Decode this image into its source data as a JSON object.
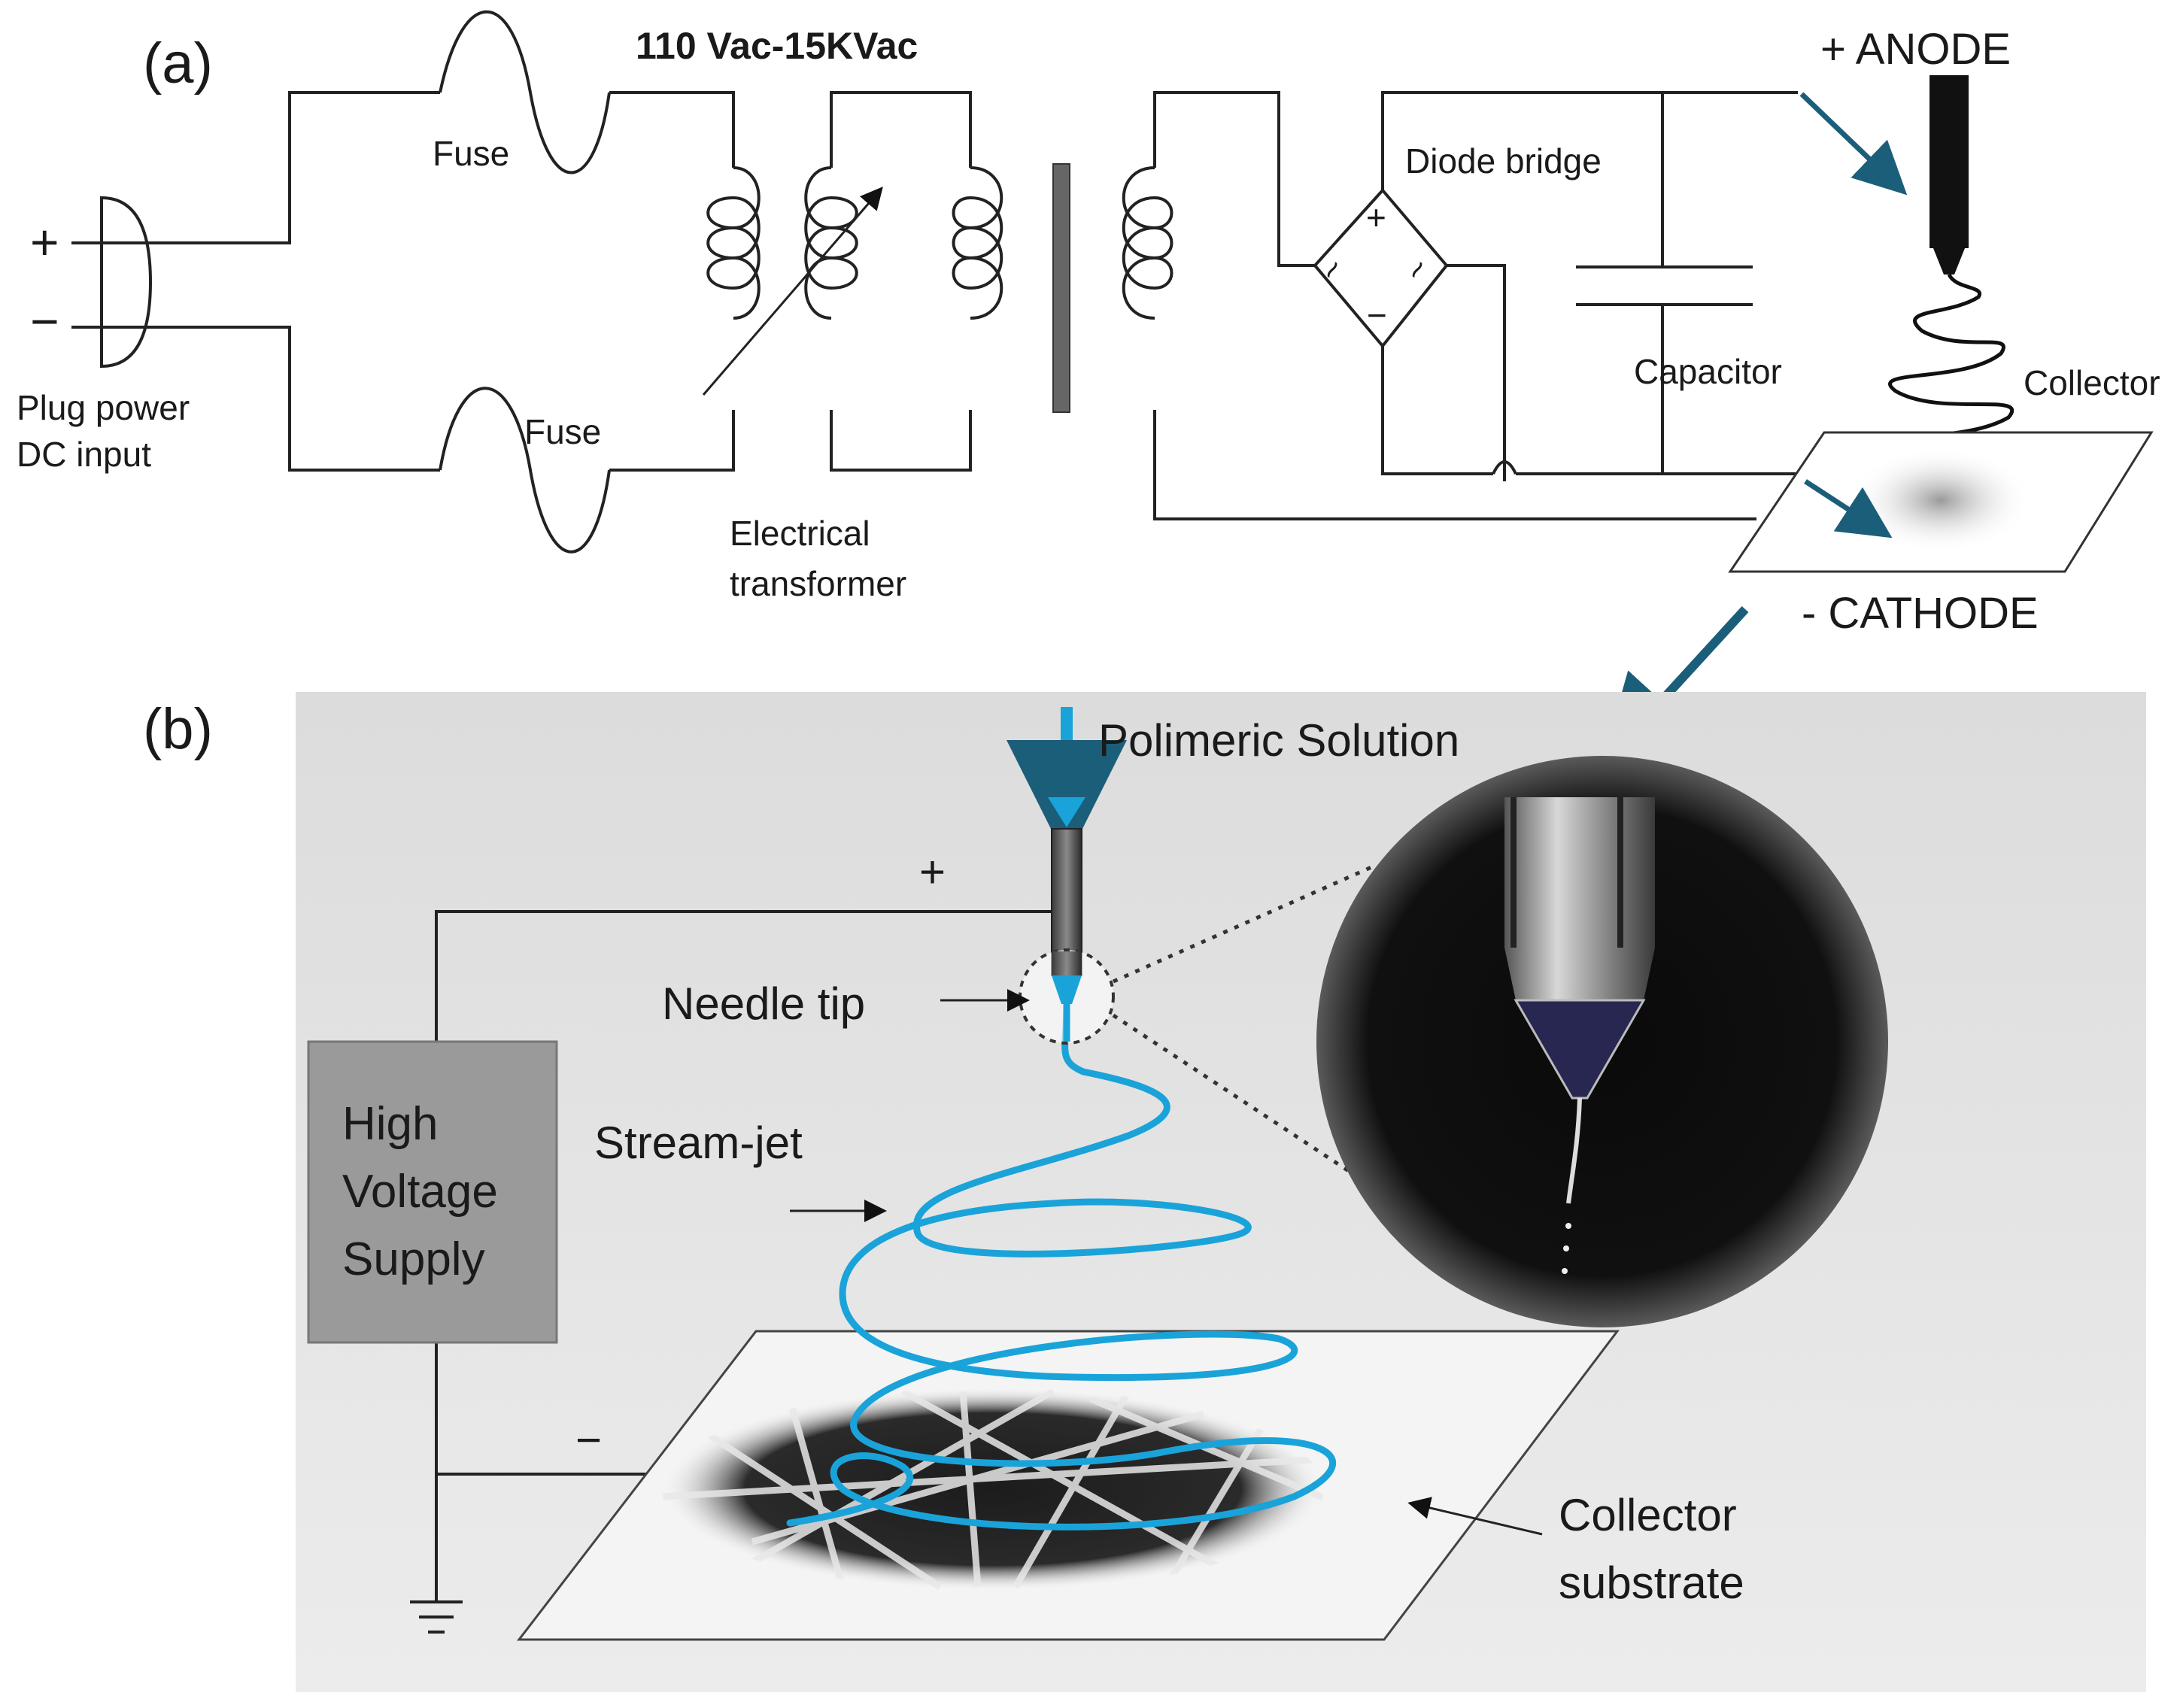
{
  "panel_a": {
    "label": "(a)",
    "voltage_label": "110 Vac-15KVac",
    "plus_sign": "+",
    "minus_sign": "−",
    "plug_label_line1": "Plug power",
    "plug_label_line2": "DC input",
    "fuse_top": "Fuse",
    "fuse_bottom": "Fuse",
    "transformer_line1": "Electrical",
    "transformer_line2": "transformer",
    "diode_bridge": "Diode bridge",
    "capacitor": "Capacitor",
    "anode": "+ ANODE",
    "cathode": "- CATHODE",
    "collector": "Collector",
    "diode_plus": "+",
    "diode_minus": "−",
    "diode_ac": "~",
    "arrow_color": "#1b5e7a"
  },
  "panel_b": {
    "label": "(b)",
    "polymeric_solution": "Polimeric Solution",
    "plus_sign": "+",
    "minus_sign": "−",
    "needle_tip": "Needle tip",
    "stream_jet": "Stream-jet",
    "supply_line1": "High",
    "supply_line2": "Voltage",
    "supply_line3": "Supply",
    "collector_line1": "Collector",
    "collector_line2": "substrate",
    "jet_color": "#1aa3d9",
    "background_color": "#e4e4e4",
    "supply_box_color": "#9a9a9a"
  }
}
